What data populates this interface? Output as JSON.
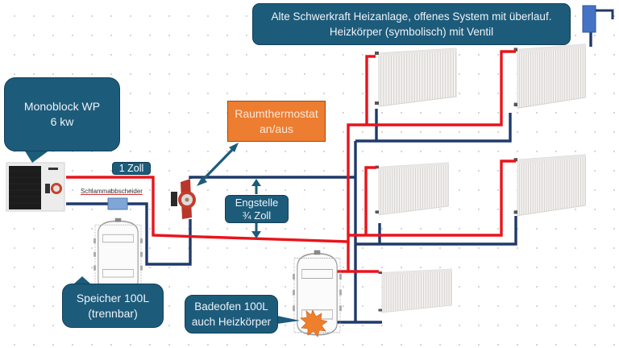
{
  "title_box": {
    "line1": "Alte Schwerkraft Heizanlage, offenes System mit überlauf.",
    "line2": "Heizkörper (symbolisch) mit Ventil"
  },
  "heat_pump": {
    "label_line1": "Monoblock WP",
    "label_line2": "6 kw",
    "icon": "heat-pump-icon"
  },
  "pipe_size_main": "1 Zoll",
  "sludge_separator": "Schlammabbscheider",
  "thermostat": {
    "line1": "Raumthermostat",
    "line2": "an/aus"
  },
  "bottleneck": {
    "line1": "Engstelle",
    "line2": "¾ Zoll"
  },
  "storage_tank": {
    "line1": "Speicher 100L",
    "line2": "(trennbar)"
  },
  "bath_stove": {
    "line1": "Badeofen 100L",
    "line2": "auch Heizkörper"
  },
  "colors": {
    "supply": "#e8141b",
    "return": "#1f3a6b",
    "callout": "#1d5b7a",
    "thermostat": "#ed7d31",
    "expansion_tank": "#4472c4"
  },
  "icons": [
    "heat-pump-icon",
    "circulation-pump-icon",
    "radiator-icon",
    "tank-icon",
    "flame-icon",
    "expansion-tank-icon",
    "double-arrow-icon"
  ]
}
